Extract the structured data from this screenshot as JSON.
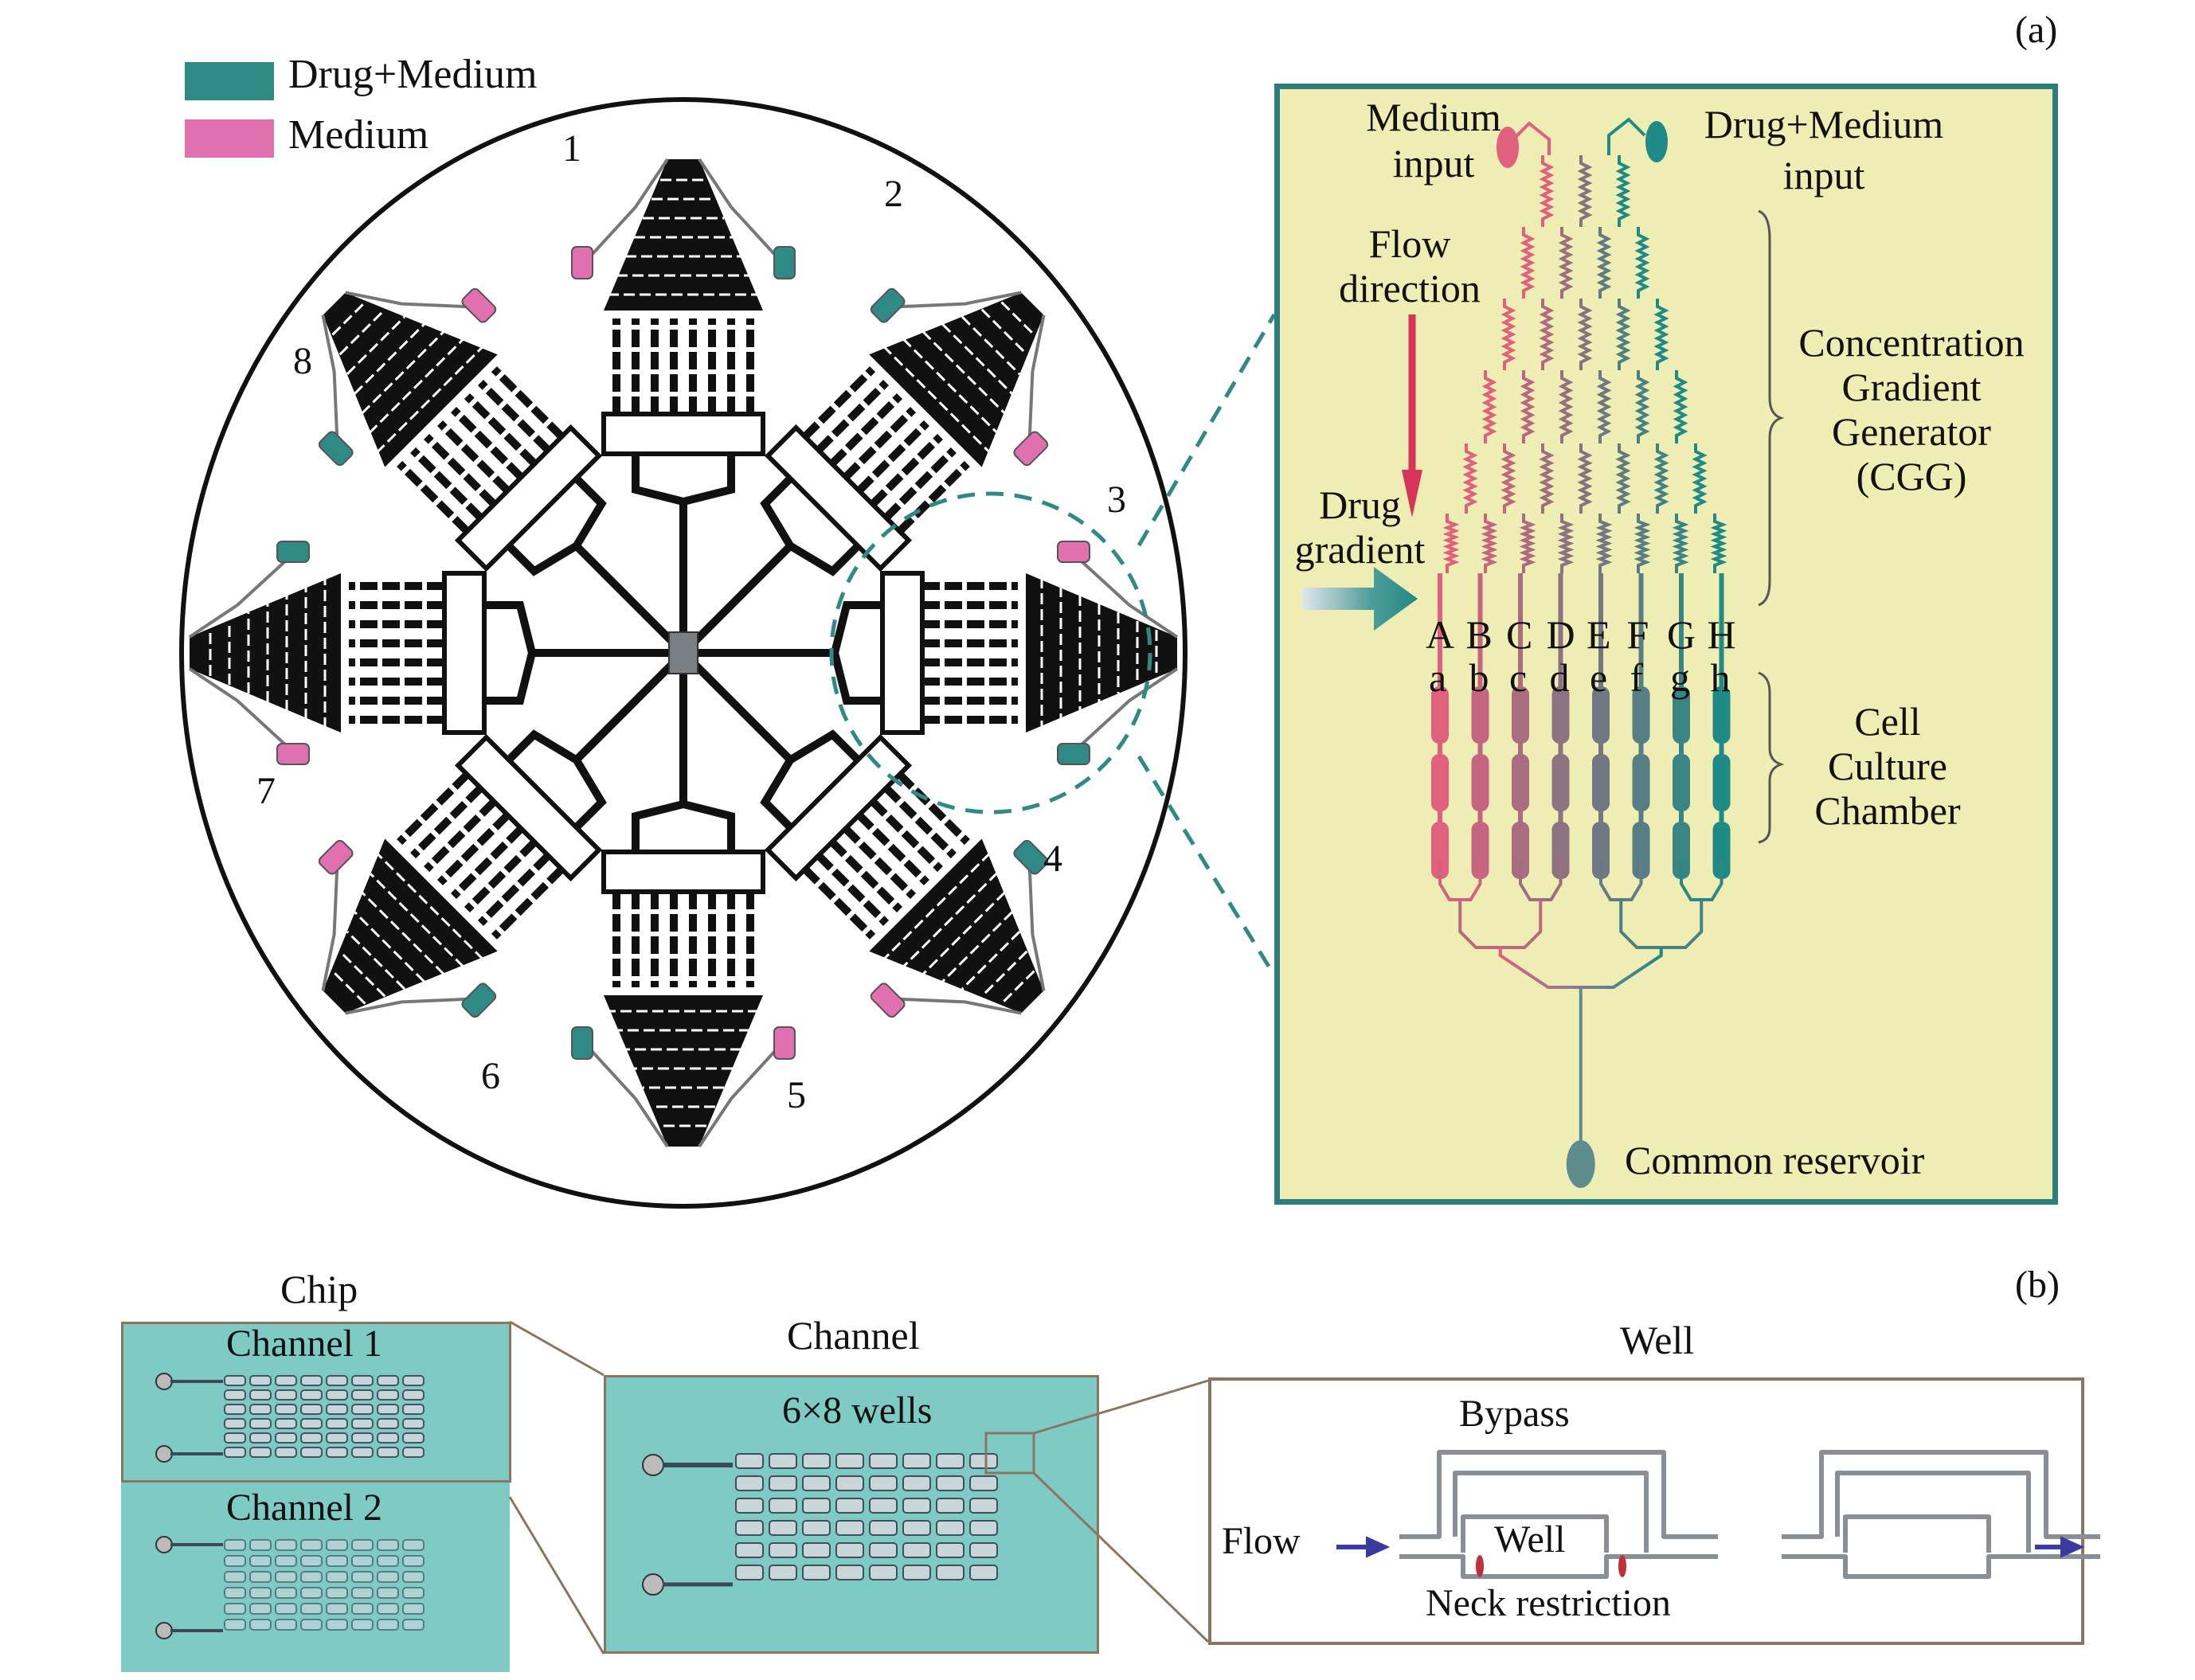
{
  "panel_labels": {
    "a": "(a)",
    "b": "(b)"
  },
  "legend": {
    "items": [
      {
        "label": "Drug+Medium",
        "color": "#2f8a86"
      },
      {
        "label": "Medium",
        "color": "#e070b0"
      }
    ]
  },
  "chip_circle": {
    "unit_numbers": [
      "1",
      "2",
      "3",
      "4",
      "5",
      "6",
      "7",
      "8"
    ],
    "units": 8,
    "colors": {
      "drug_medium": "#2f8a86",
      "medium": "#e070b0",
      "channel": "#111111",
      "center_reservoir": "#7a7f84",
      "highlight": "#2f8a86"
    }
  },
  "cgg_panel": {
    "background": "#eeeeb4",
    "border": "#2e7d7e",
    "medium_input": "Medium\ninput",
    "medium_input_lines": [
      "Medium",
      "input"
    ],
    "drug_input_lines": [
      "Drug+Medium",
      "input"
    ],
    "flow_direction_lines": [
      "Flow",
      "direction"
    ],
    "drug_gradient_lines": [
      "Drug",
      "gradient"
    ],
    "cgg_lines": [
      "Concentration",
      "Gradient",
      "Generator",
      "(CGG)"
    ],
    "chamber_lines": [
      "Cell",
      "Culture",
      "Chamber"
    ],
    "upper_letters": [
      "A",
      "B",
      "C",
      "D",
      "E",
      "F",
      "G",
      "H"
    ],
    "lower_letters": [
      "a",
      "b",
      "c",
      "d",
      "e",
      "f",
      "g",
      "h"
    ],
    "common_reservoir": "Common reservoir",
    "colors": {
      "medium": "#e0607e",
      "drug": "#1f8a86",
      "flow_arrow": "#d8345a"
    }
  },
  "bottom": {
    "chip_title": "Chip",
    "channel1": "Channel 1",
    "channel2": "Channel 2",
    "channel_title": "Channel",
    "wells_label": "6×8 wells",
    "well_title": "Well",
    "bypass": "Bypass",
    "flow": "Flow",
    "well": "Well",
    "neck": "Neck restriction",
    "colors": {
      "chip_bg": "#7ecac4",
      "frame": "#8b7560",
      "arrow": "#3a3aa0",
      "neck": "#c0303a"
    }
  }
}
